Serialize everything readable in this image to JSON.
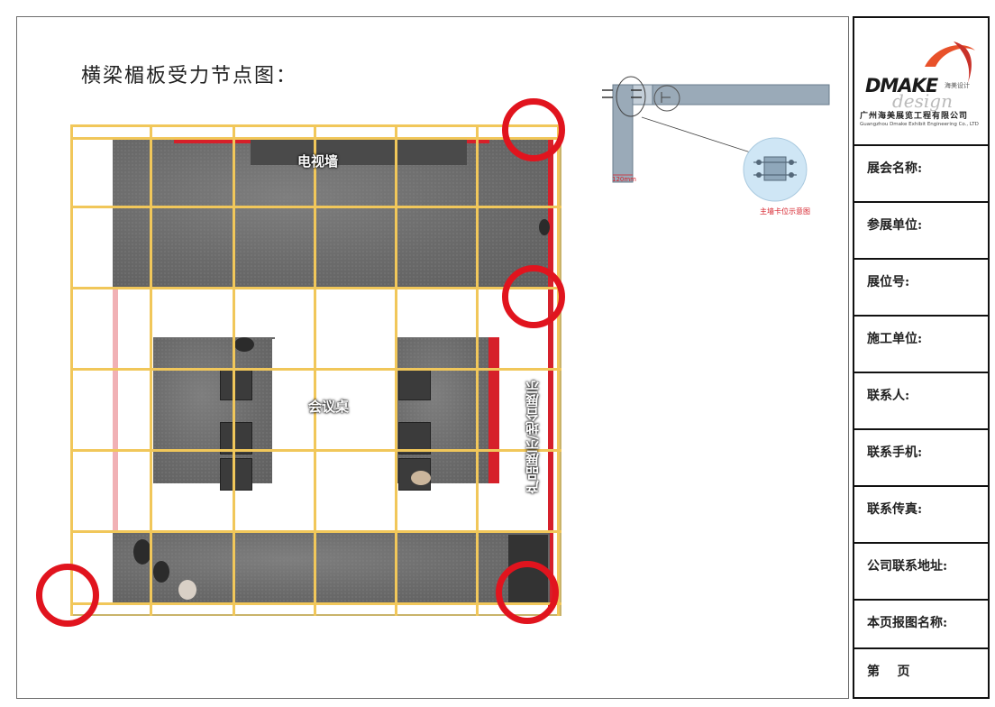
{
  "page": {
    "title": "横梁楣板受力节点图："
  },
  "plan": {
    "tv_wall_label": "电视墙",
    "meeting_table_label": "会议桌",
    "display_label": "产品展示/地台展示"
  },
  "detail": {
    "caption": "主墙卡位示意图",
    "dimension": "120mm"
  },
  "title_block": {
    "logo": {
      "brand": "DMAKE",
      "sub": "design",
      "tag": "海美设计"
    },
    "company_cn": "广州海美展览工程有限公司",
    "company_en": "Guangzhou Dmake Exhibit Engineering Co., LTD",
    "fields": [
      "展会名称:",
      "参展单位:",
      "展位号:",
      "施工单位:",
      "联系人:",
      "联系手机:",
      "联系传真:",
      "公司联系地址:",
      "本页报图名称:",
      "第    页"
    ]
  },
  "colors": {
    "node_circle": "#e1141e",
    "beam_grid": "#f1c75a",
    "booth_red": "#d6202a",
    "carpet": "#6a6a6a"
  }
}
